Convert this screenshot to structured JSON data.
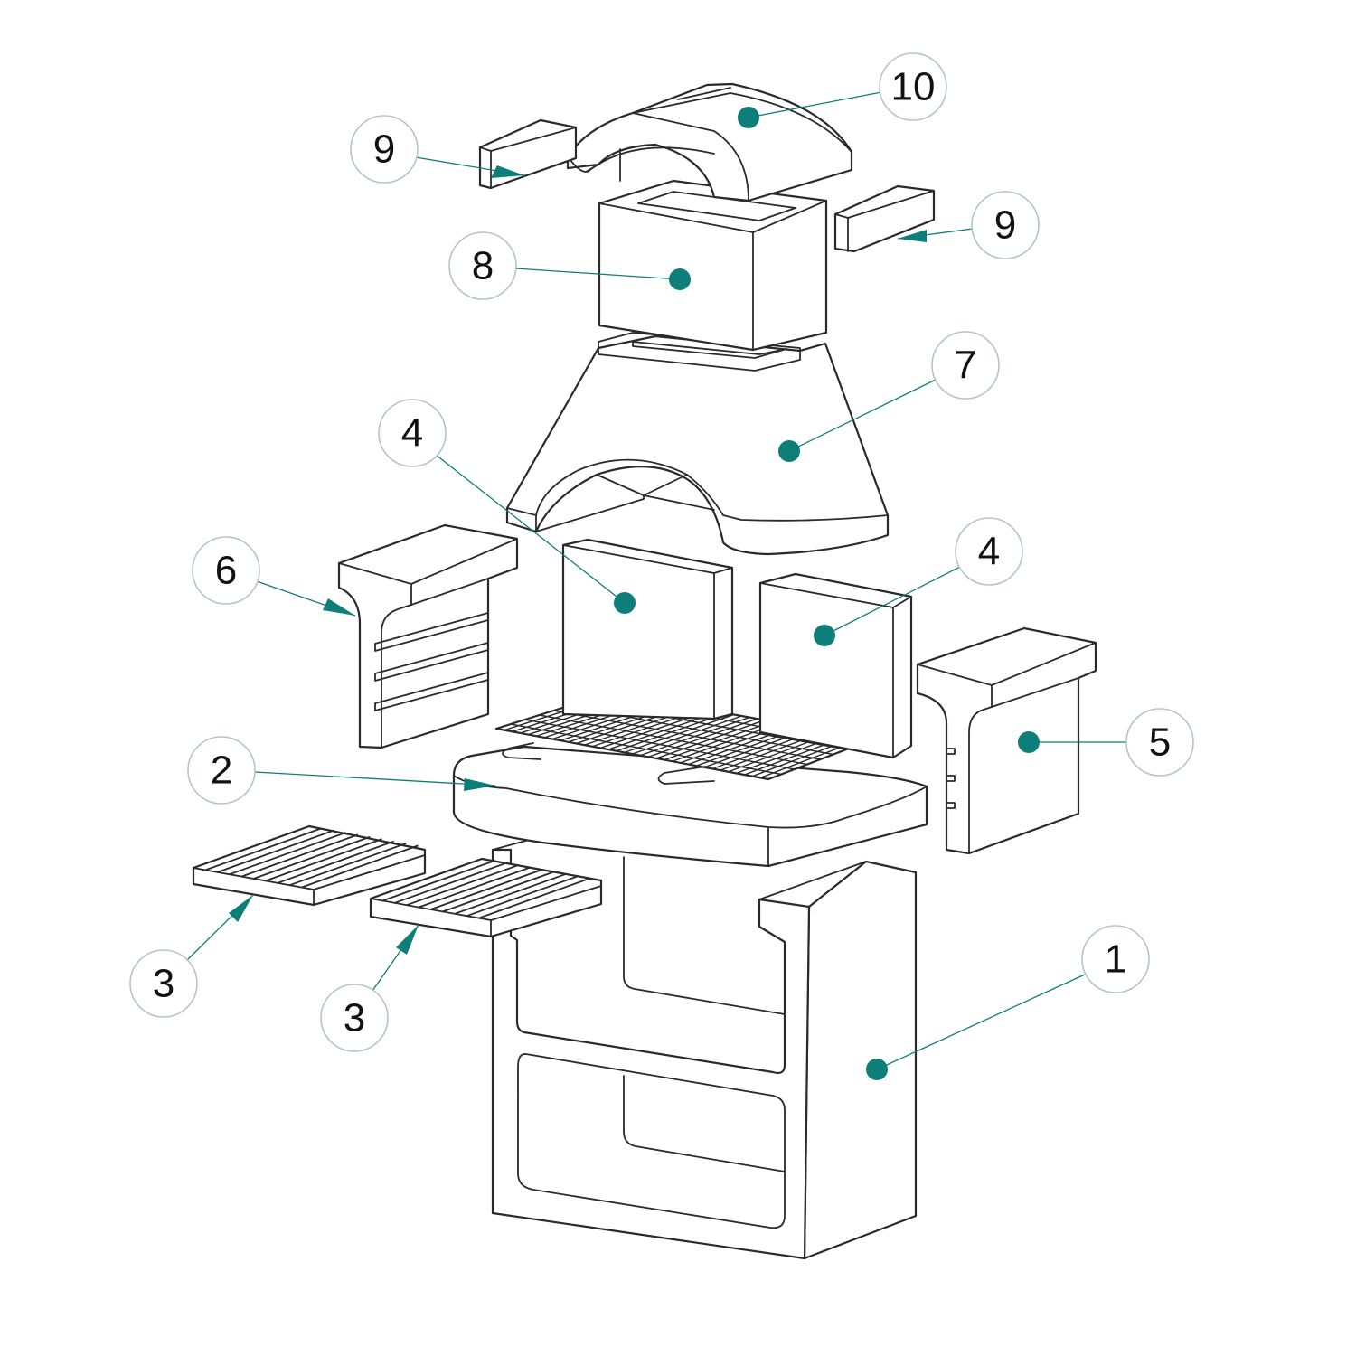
{
  "diagram": {
    "type": "exploded-assembly",
    "accent_color": "#0e7f78",
    "callouts": [
      {
        "id": "c10",
        "label": "10",
        "marker": "dot"
      },
      {
        "id": "c9a",
        "label": "9",
        "marker": "arrow"
      },
      {
        "id": "c9b",
        "label": "9",
        "marker": "arrow"
      },
      {
        "id": "c8",
        "label": "8",
        "marker": "dot"
      },
      {
        "id": "c7",
        "label": "7",
        "marker": "dot"
      },
      {
        "id": "c4a",
        "label": "4",
        "marker": "dot"
      },
      {
        "id": "c4b",
        "label": "4",
        "marker": "dot"
      },
      {
        "id": "c6",
        "label": "6",
        "marker": "arrow"
      },
      {
        "id": "c5",
        "label": "5",
        "marker": "dot"
      },
      {
        "id": "c2",
        "label": "2",
        "marker": "arrow"
      },
      {
        "id": "c3a",
        "label": "3",
        "marker": "arrow"
      },
      {
        "id": "c3b",
        "label": "3",
        "marker": "arrow"
      },
      {
        "id": "c1",
        "label": "1",
        "marker": "dot"
      }
    ]
  }
}
